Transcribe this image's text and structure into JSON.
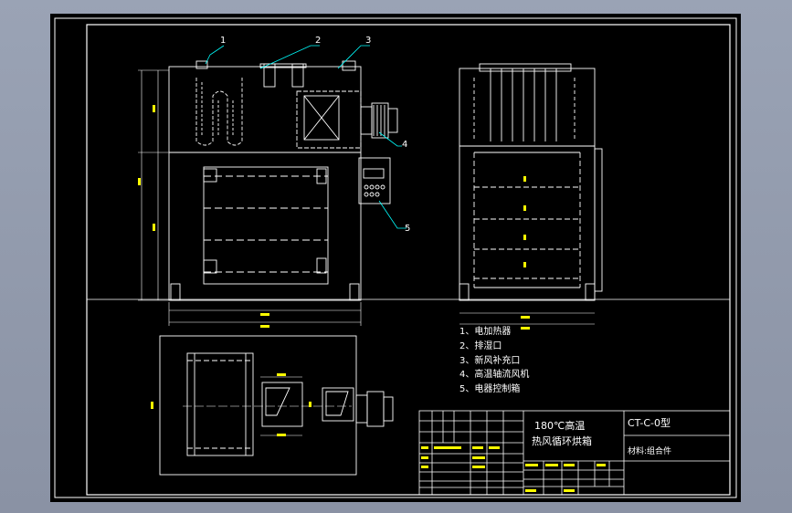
{
  "drawing": {
    "callouts": [
      "1",
      "2",
      "3",
      "4",
      "5"
    ],
    "legend": [
      "1、电加热器",
      "2、排湿口",
      "3、新风补充口",
      "4、高温轴流风机",
      "5、电器控制箱"
    ],
    "title_block": {
      "title_line1": "180℃高温",
      "title_line2": "热风循环烘箱",
      "model": "CT-C-0型",
      "material": "材料:组合件"
    },
    "colors": {
      "sheet_background": "#000000",
      "frame": "#ffffff",
      "annotation_lines": "#00ffff",
      "dimension_text": "#ffff00",
      "desktop_background": "#8f97a8"
    }
  }
}
